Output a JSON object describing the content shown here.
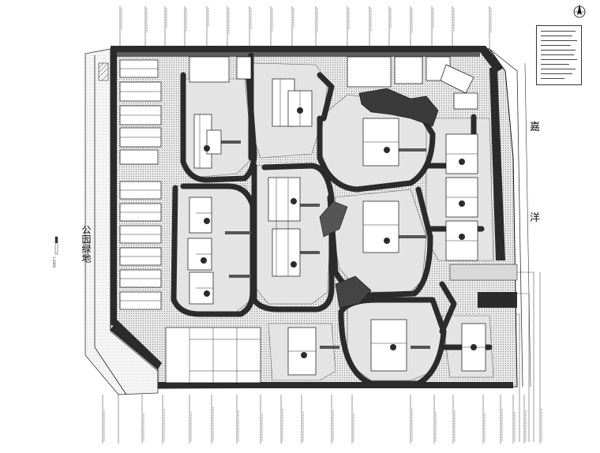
{
  "drawing": {
    "park_label": "公园绿地",
    "road_label_1": "嘉",
    "road_label_2": "洋",
    "north_icon": "north-arrow-icon",
    "scale_note": "1:2000",
    "colors": {
      "road": "#2b2b2b",
      "hatch": "#9a9a9a",
      "building": "#ffffff",
      "line": "#111111"
    }
  }
}
